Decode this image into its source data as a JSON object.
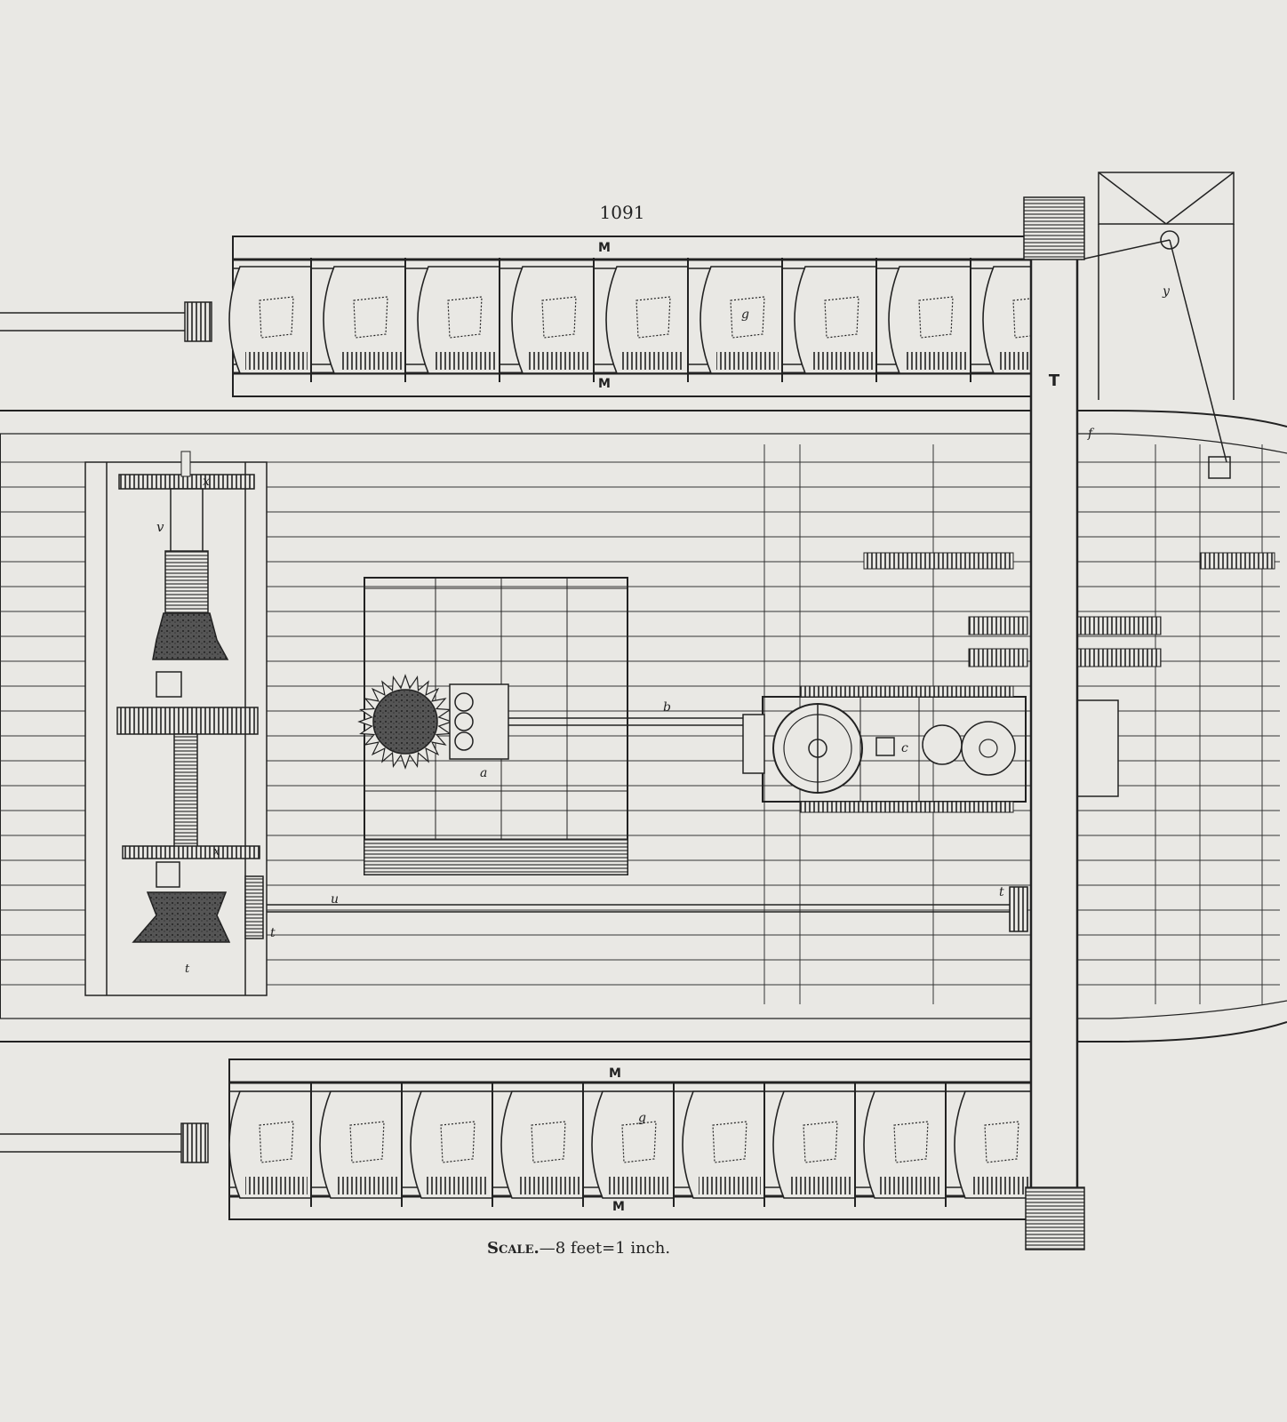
{
  "figure_number": "1091",
  "scale_caption": {
    "lead": "Scale.",
    "value": "—8 feet=1 inch."
  },
  "labels": {
    "M": "M",
    "T": "T",
    "g": "g",
    "y": "y",
    "f": "f",
    "x": "x",
    "v": "v",
    "a": "a",
    "b": "b",
    "c": "c",
    "u": "u",
    "t": "t"
  },
  "colors": {
    "paper": "#e9e8e4",
    "ink": "#222222"
  }
}
